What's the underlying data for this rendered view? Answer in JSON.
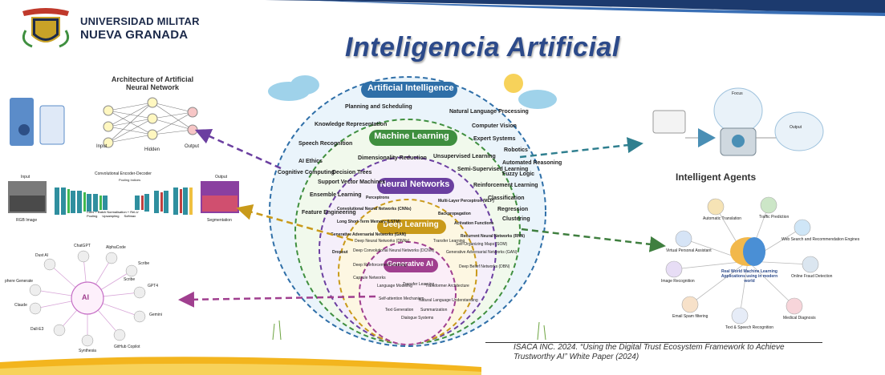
{
  "colors": {
    "brand_navy": "#1c2a4a",
    "title_blue": "#2c4a8a",
    "ai_ring": "#2f6fa8",
    "ml_ring": "#3f8f3f",
    "nn_ring": "#6b3fa0",
    "dl_ring": "#c99a1a",
    "gen_ring": "#a03f8f",
    "accent_yellow": "#f3b51e"
  },
  "header": {
    "university_line1": "Universidad Militar",
    "university_line2": "Nueva Granada",
    "title": "Inteligencia Artificial"
  },
  "ann_panel": {
    "title": "Architecture of Artificial Neural Network",
    "input": "Input",
    "hidden": "Hidden",
    "output": "Output"
  },
  "seg_panel": {
    "title": "Convolutional Encoder-Decoder",
    "input": "Input",
    "output": "Output",
    "rgb": "RGB Image",
    "segmentation": "Segmentation",
    "pooling": "Pooling Indices",
    "legend": [
      "Conv + Batch Normalisation + ReLU",
      "Pooling",
      "Upsampling",
      "Softmax"
    ]
  },
  "genai_panel": {
    "center": "AI",
    "tools": [
      "ChatGPT",
      "AlphaCode",
      "Dust AI",
      "Scribe",
      "Scribe",
      "GPT4",
      "phere Generate",
      "Claude",
      "Gemini",
      "Dall-E3",
      "Synthesia",
      "GitHub Copilot"
    ]
  },
  "diagram": {
    "ai": {
      "title": "Artificial Intelligence",
      "items": [
        "Planning and Scheduling",
        "Natural Language Processing",
        "Knowledge Representation",
        "Computer Vision",
        "Expert Systems",
        "Speech Recognition",
        "Robotics",
        "AI Ethics",
        "Automated Reasoning",
        "Cognitive Computing",
        "Fuzzy Logic"
      ]
    },
    "ml": {
      "title": "Machine Learning",
      "items": [
        "Dimensionality Reduction",
        "Unsupervised Learning",
        "Decision Trees",
        "Semi-Supervised Learning",
        "Support Vector Machines",
        "Reinforcement Learning",
        "Ensemble Learning",
        "Classification",
        "Feature Engineering",
        "Regression",
        "Clustering"
      ]
    },
    "nn": {
      "title": "Neural Networks",
      "items": [
        "Perceptrons",
        "Convolutional Neural Networks (CNNs)",
        "Multi-Layer Perceptron (MLP)",
        "Long Short-Term Memory (LSTM)",
        "Backpropagation",
        "Activation Functions",
        "Generative Adversarial Networks (GAN)",
        "Recurrent Neural Networks (RNN)",
        "Dropout"
      ]
    },
    "dl": {
      "title": "Deep Learning",
      "items": [
        "Deep Neural Networks (DNNs)",
        "Transfer Learning",
        "Deep Convolutional Neural Networks (DCNN)",
        "Generative Adversarial Networks (GAN)",
        "Self-Organizing Maps (SOM)",
        "Deep Belief Networks (DBN)",
        "Capsule Networks",
        "Deep Reinforcement Learning"
      ]
    },
    "gen": {
      "title": "Generative AI",
      "items": [
        "Language Modeling",
        "Transfer Learning",
        "Transformer Architecture",
        "Self-attention Mechanism",
        "Natural Language Understanding",
        "Text Generation",
        "Summarization",
        "Dialogue Systems"
      ]
    }
  },
  "agents_panel": {
    "title": "Intelligent Agents",
    "focus": "Focus",
    "output": "Output"
  },
  "ml_apps_panel": {
    "center": "Real World Machine Learning Applications using in modern world",
    "items": [
      "Automatic Translation",
      "Traffic Prediction",
      "Virtual Personal Assistant",
      "Web Search and Recommendation Engines",
      "Image Recognition",
      "Online Fraud Detection",
      "Email Spam filtering",
      "Text & Speech Recognition",
      "Medical Diagnosis"
    ]
  },
  "citation": {
    "line1": "ISACA INC. 2024. “Using the Digital Trust Ecosystem Framework to Achieve",
    "line2": "Trustworthy AI”  White Paper (2024)"
  }
}
